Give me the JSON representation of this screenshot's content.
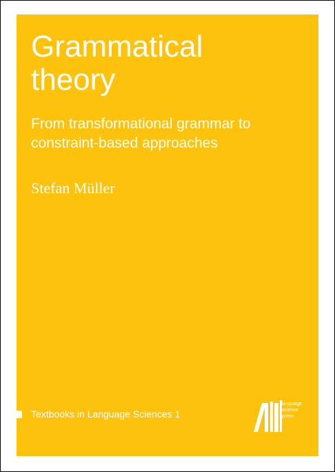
{
  "cover": {
    "title_lines": [
      "Grammatical",
      "theory"
    ],
    "subtitle_lines": [
      "From transformational grammar to",
      "constraint-based approaches"
    ],
    "author": "Stefan Müller",
    "series": "Textbooks in Language Sciences 1",
    "background_color": "#fcc20c",
    "text_color": "#ffffff"
  },
  "publisher_logo": {
    "icon": "book-spines-icon",
    "text_lines": [
      "language",
      "science",
      "press"
    ]
  }
}
